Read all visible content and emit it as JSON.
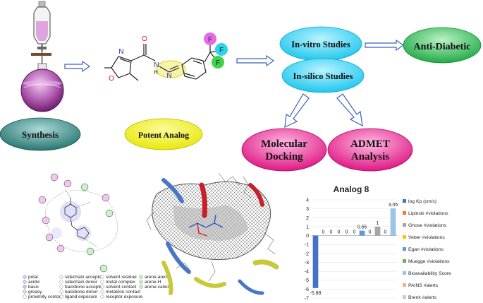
{
  "colors": {
    "flask_purple": "#a64ca6",
    "synthesis_teal": "#2f7f7a",
    "analog_yellow": "#f2f21c",
    "invitro_cyan": "#29d3f5",
    "anti_diabetic_green": "#22b64a",
    "docking_magenta": "#e81e8c",
    "arrow_blue": "#3a5fbf",
    "bar_blue": "#4472c4",
    "bar_light_blue": "#9dc3e6",
    "bar_gray": "#a5a5a5"
  },
  "flow": {
    "synthesis": "Synthesis",
    "potent_analog": "Potent Analog",
    "in_vitro": "In-vitro Studies",
    "in_silico": "In-silico Studies",
    "anti_diabetic": "Anti-Diabetic",
    "docking_line1": "Molecular",
    "docking_line2": "Docking",
    "admet_line1": "ADMET",
    "admet_line2": "Analysis"
  },
  "molecule": {
    "atom_o1": "O",
    "atom_n1": "N",
    "atom_o2": "O",
    "atom_h": "H",
    "atom_n2": "N",
    "atom_n3": "N",
    "atom_f1": "F",
    "atom_f2": "F",
    "atom_f3": "F"
  },
  "interaction_legend": [
    "polar",
    "acidic",
    "basic",
    "greasy",
    "proximity contour",
    "sidechain acceptor",
    "sidechain donor",
    "backbone acceptor",
    "backbone donor",
    "ligand exposure",
    "solvent residue",
    "metal complex",
    "solvent contact",
    "metal/ion contact",
    "receptor exposure",
    "arene-arene",
    "arene-H",
    "arene-cation"
  ],
  "chart_data": {
    "type": "bar",
    "title": "Analog 8",
    "ylim": [
      -7,
      4
    ],
    "yticks": [
      "4",
      "3",
      "2",
      "1",
      "0",
      "-1",
      "-2",
      "-3",
      "-4",
      "-5",
      "-6",
      "-7"
    ],
    "categories": [
      "log Kp (cm/s)",
      "Lipinski #violations",
      "Ghose #violations",
      "Veber #violations",
      "Egan #violations",
      "Muegge #violations",
      "Bioavailability Score",
      "PAINS #alerts",
      "Brenk #alerts"
    ],
    "values": [
      -5.88,
      0,
      0,
      0,
      0,
      0,
      0.55,
      0,
      1,
      0,
      3.05
    ],
    "value_labels": [
      "-5.88",
      "0",
      "0",
      "0",
      "0",
      "0",
      "0.55",
      "0",
      "1",
      "0",
      "3.05"
    ],
    "bar_colors": [
      "#4472c4",
      "#ed7d31",
      "#a5a5a5",
      "#ffc000",
      "#5b9bd5",
      "#70ad47",
      "#5b9bd5",
      "#a5a5a5",
      "#a5a5a5",
      "#a5a5a5",
      "#9dc3e6"
    ],
    "legend": [
      "log Kp (cm/s)",
      "Lipinski #violations",
      "Ghose #violations",
      "Veber #violations",
      "Egan #violations",
      "Muegge #violations",
      "Bioavailability Score",
      "PAINS #alerts",
      "Brenk #alerts"
    ],
    "legend_colors": [
      "#4472c4",
      "#ed7d31",
      "#a5a5a5",
      "#ffc000",
      "#5b9bd5",
      "#70ad47",
      "#9dc3e6",
      "#f4b183",
      "#c9c9c9"
    ],
    "legend_position": "right",
    "grid": true
  }
}
